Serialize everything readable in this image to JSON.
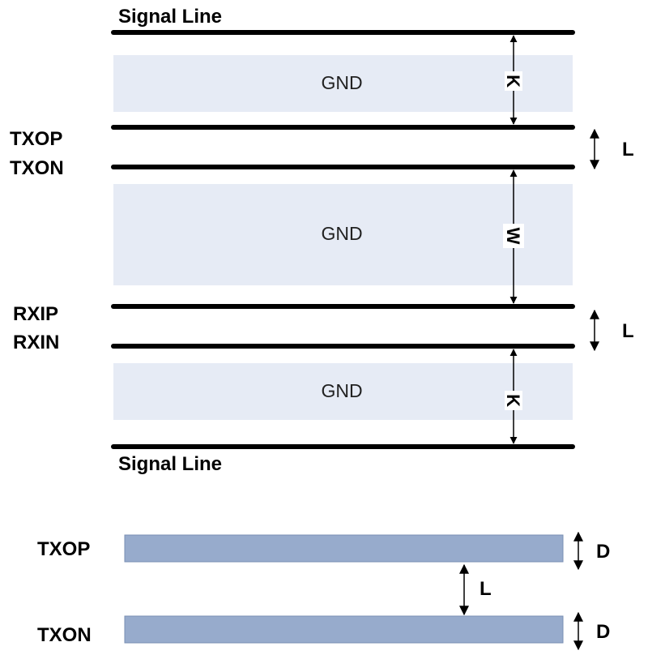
{
  "top_label": "Signal Line",
  "bottom_label": "Signal Line",
  "gnd_label": "GND",
  "pairs": [
    {
      "p": "TXOP",
      "n": "TXON"
    },
    {
      "p": "RXIP",
      "n": "RXIN"
    }
  ],
  "dims": {
    "k": "K",
    "w": "W",
    "l": "L",
    "d": "D"
  },
  "traces": {
    "p": "TXOP",
    "n": "TXON"
  },
  "colors": {
    "gnd_fill": "#e6ebf5",
    "trace_fill": "#97abcc",
    "trace_stroke": "#7a8fb3",
    "line": "#000000"
  }
}
